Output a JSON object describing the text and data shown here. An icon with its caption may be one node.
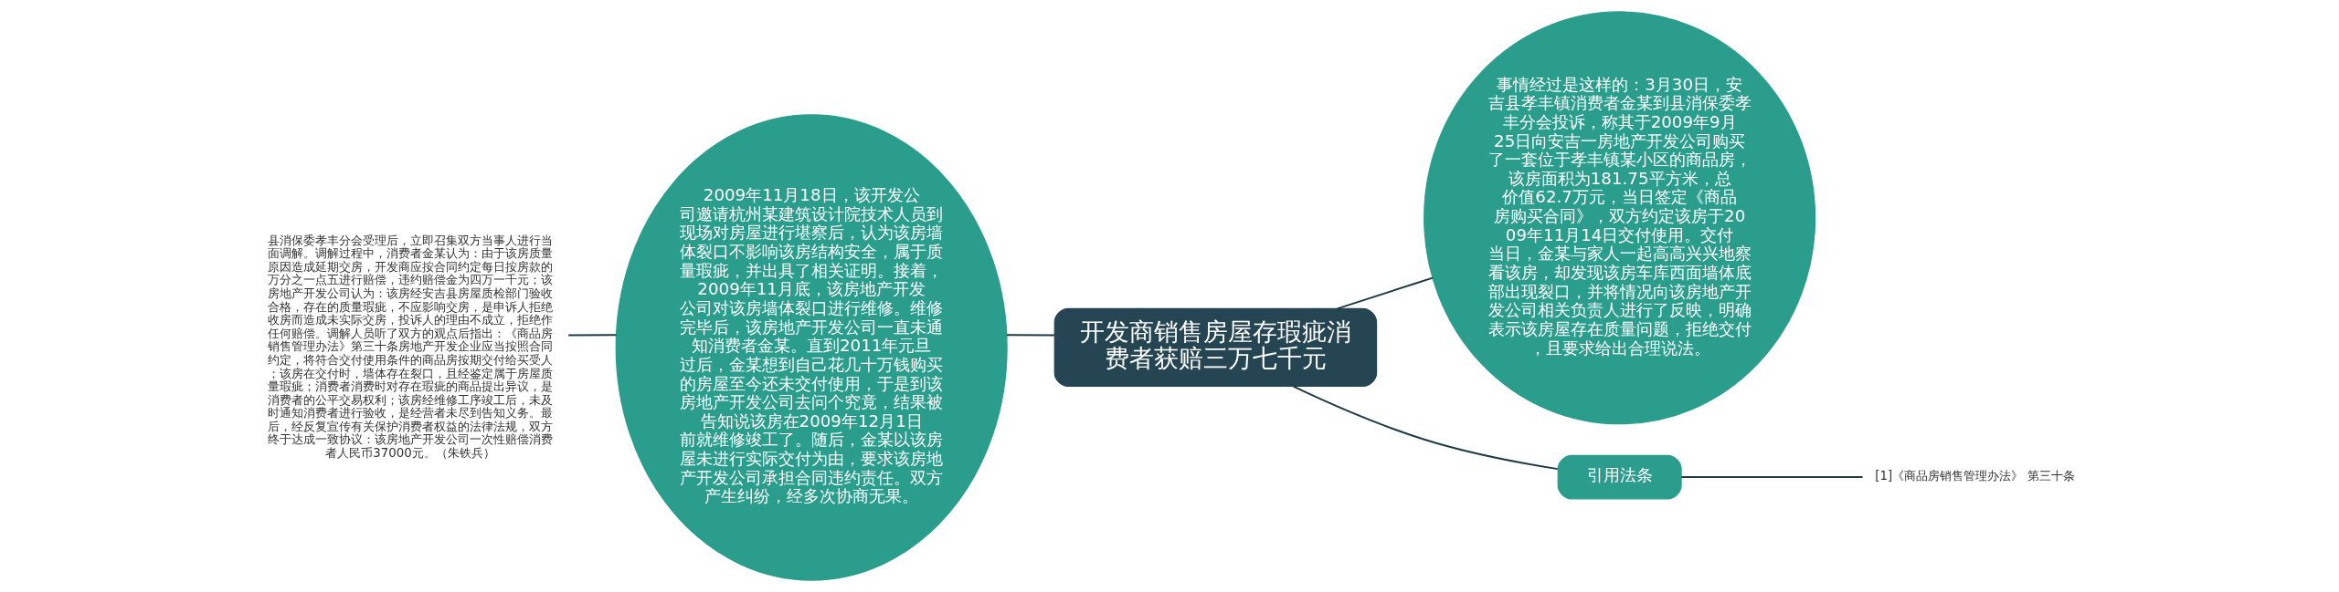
{
  "diagram": {
    "nodes": [
      {
        "text": [
          "开发商销售房屋存瑕疵消费者获赔三万七千元"
        ]
      },
      {
        "text": [
          "事情经过是这样的：3月30日，安吉县孝丰镇消费者金某到县消保委孝丰分会投诉，称其于2009年9月25日向安吉一房地产开发公司购买了一套位于孝丰镇某小区的商品房，该房面积为181.75平方米，总价值62.7万元，当日签定《商品房购买合同》，双方约定该房于2009年11月14日交付使用。交付当日，金某与家人一起高高兴兴地察看该房，却发现该房车库西面墙体底部出现裂口，并将情况向该房地产开发公司相关负责人进行了反映，明确表示该房屋存在质量问题，拒绝交付，且要求给出合理说法。"
        ]
      },
      {
        "text": [
          "2009年11月18日，该开发公司邀请杭州某建筑设计院技术人员到现场对房屋进行堪察后，认为该房墙体裂口不影响该房结构安全，属于质量瑕疵，并出具了相关证明。接着，2009年11月底，该房地产开发公司对该房墙体裂口进行维修。维修完毕后，该房地产开发公司一直未通知消费者金某。直到2011年元旦过后，金某想到自己花几十万钱购买的房屋至今还未交付使用，于是到该房地产开发公司去问个究竟，结果被告知说该房在2009年12月1日前就维修竣工了。随后，金某以该房屋未进行实际交付为由，要求该房地产开发公司承担合同违约责任。双方产生纠纷，经多次协商无果。"
        ]
      },
      {
        "text": [
          "县消保委孝丰分会受理后，立即召集双方当事人进行当面调解。调解过程中，消费者金某认为：由于该房质量原因造成延期交房，开发商应按合同约定每日按房款的万分之一点五进行赔偿，违约赔偿金为四万一千元；该房地产开发公司认为：该房经安吉县房屋质检部门验收合格，存在的质量瑕疵，不应影响交房，是申诉人拒绝收房而造成未实际交房，投诉人的理由不成立，拒绝作任何赔偿。调解人员听了双方的观点后指出：《商品房销售管理办法》第三十条房地产开发企业应当按照合同约定，将符合交付使用条件的商品房按期交付给买受人；该房在交付时，墙体存在裂口，且经鉴定属于房屋质量瑕疵；消费者消费时对存在瑕疵的商品提出异议，是消费者的公平交易权利；该房经维修工序竣工后，未及时通知消费者进行验收，是经营者未尽到告知义务。最后，经反复宣传有关保护消费者权益的法律法规，双方终于达成一致协议：该房地产开发公司一次性赔偿消费者人民币37000元。（朱铁兵）"
        ]
      },
      {
        "text": [
          "引用法条"
        ]
      },
      {
        "text": [
          "[1]《商品房销售管理办法》 第三十条"
        ]
      }
    ],
    "edges": [
      {
        "from": 0,
        "to": 1,
        "arrow": "none"
      },
      {
        "from": 0,
        "to": 2,
        "arrow": "none"
      },
      {
        "from": 2,
        "to": 3,
        "arrow": "none"
      },
      {
        "from": 0,
        "to": 4,
        "arrow": "none"
      },
      {
        "from": 4,
        "to": 5,
        "arrow": "none"
      }
    ]
  }
}
